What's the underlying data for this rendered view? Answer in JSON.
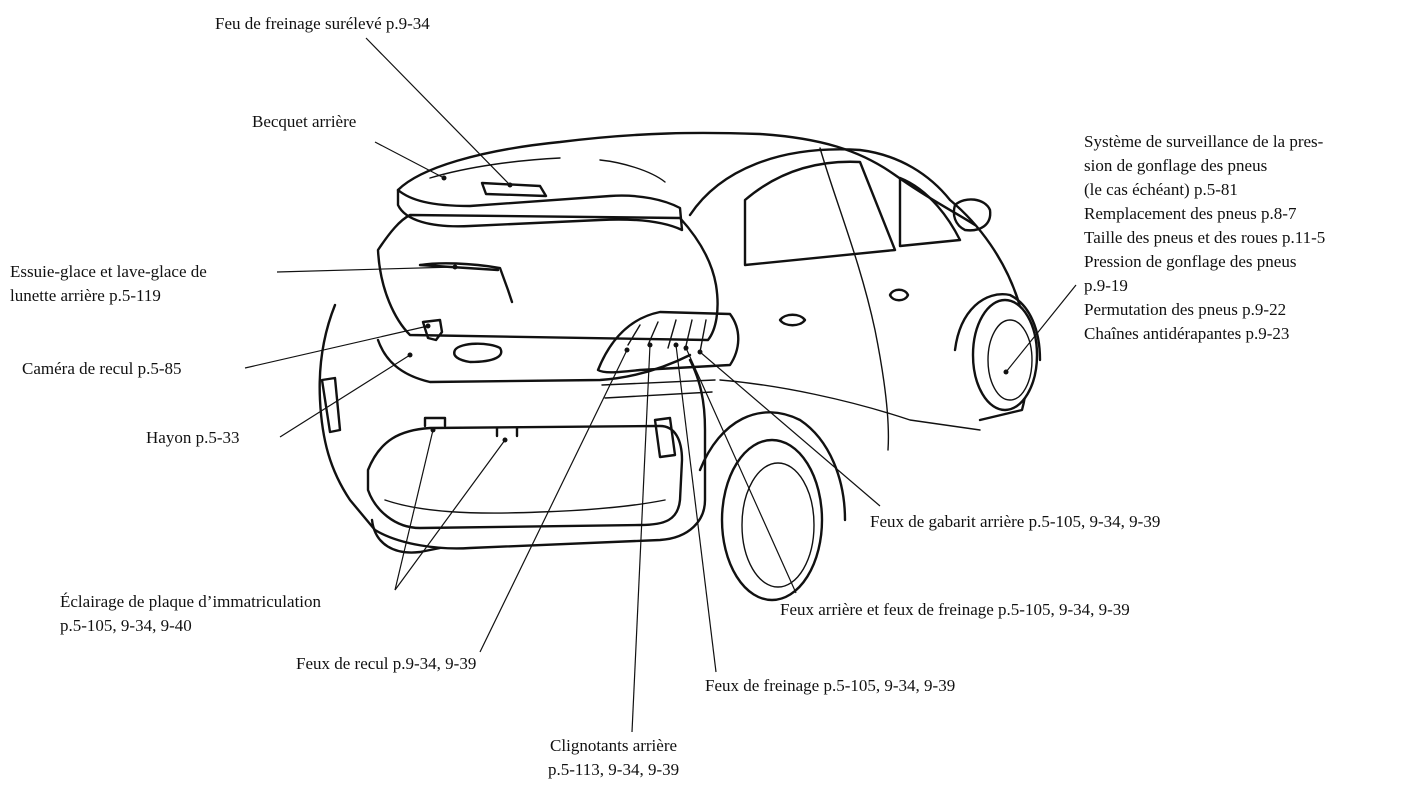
{
  "labels": {
    "high_brake": "Feu de freinage surélevé p.9-34",
    "spoiler": "Becquet arrière",
    "wiper_1": "Essuie-glace et lave-glace de",
    "wiper_2": "lunette arrière p.5-119",
    "camera": "Caméra de recul p.5-85",
    "tailgate": "Hayon p.5-33",
    "plate_1": "Éclairage de plaque d’immatriculation",
    "plate_2": "p.5-105, 9-34, 9-40",
    "reverse": "Feux de recul p.9-34, 9-39",
    "turn_1": "Clignotants arrière",
    "turn_2": "p.5-113, 9-34, 9-39",
    "brake": "Feux de freinage p.5-105, 9-34, 9-39",
    "tail_brake": "Feux arrière et feux de freinage p.5-105, 9-34, 9-39",
    "clearance": "Feux de gabarit arrière p.5-105, 9-34, 9-39",
    "tire_1": "Système de surveillance de la pres-",
    "tire_2": "sion de gonflage des pneus",
    "tire_3": "(le cas échéant) p.5-81",
    "tire_4": "Remplacement des pneus p.8-7",
    "tire_5": "Taille des pneus et des roues p.11-5",
    "tire_6": "Pression de gonflage des pneus",
    "tire_7": "p.9-19",
    "tire_8": "Permutation des pneus p.9-22",
    "tire_9": "Chaînes antidérapantes p.9-23"
  }
}
